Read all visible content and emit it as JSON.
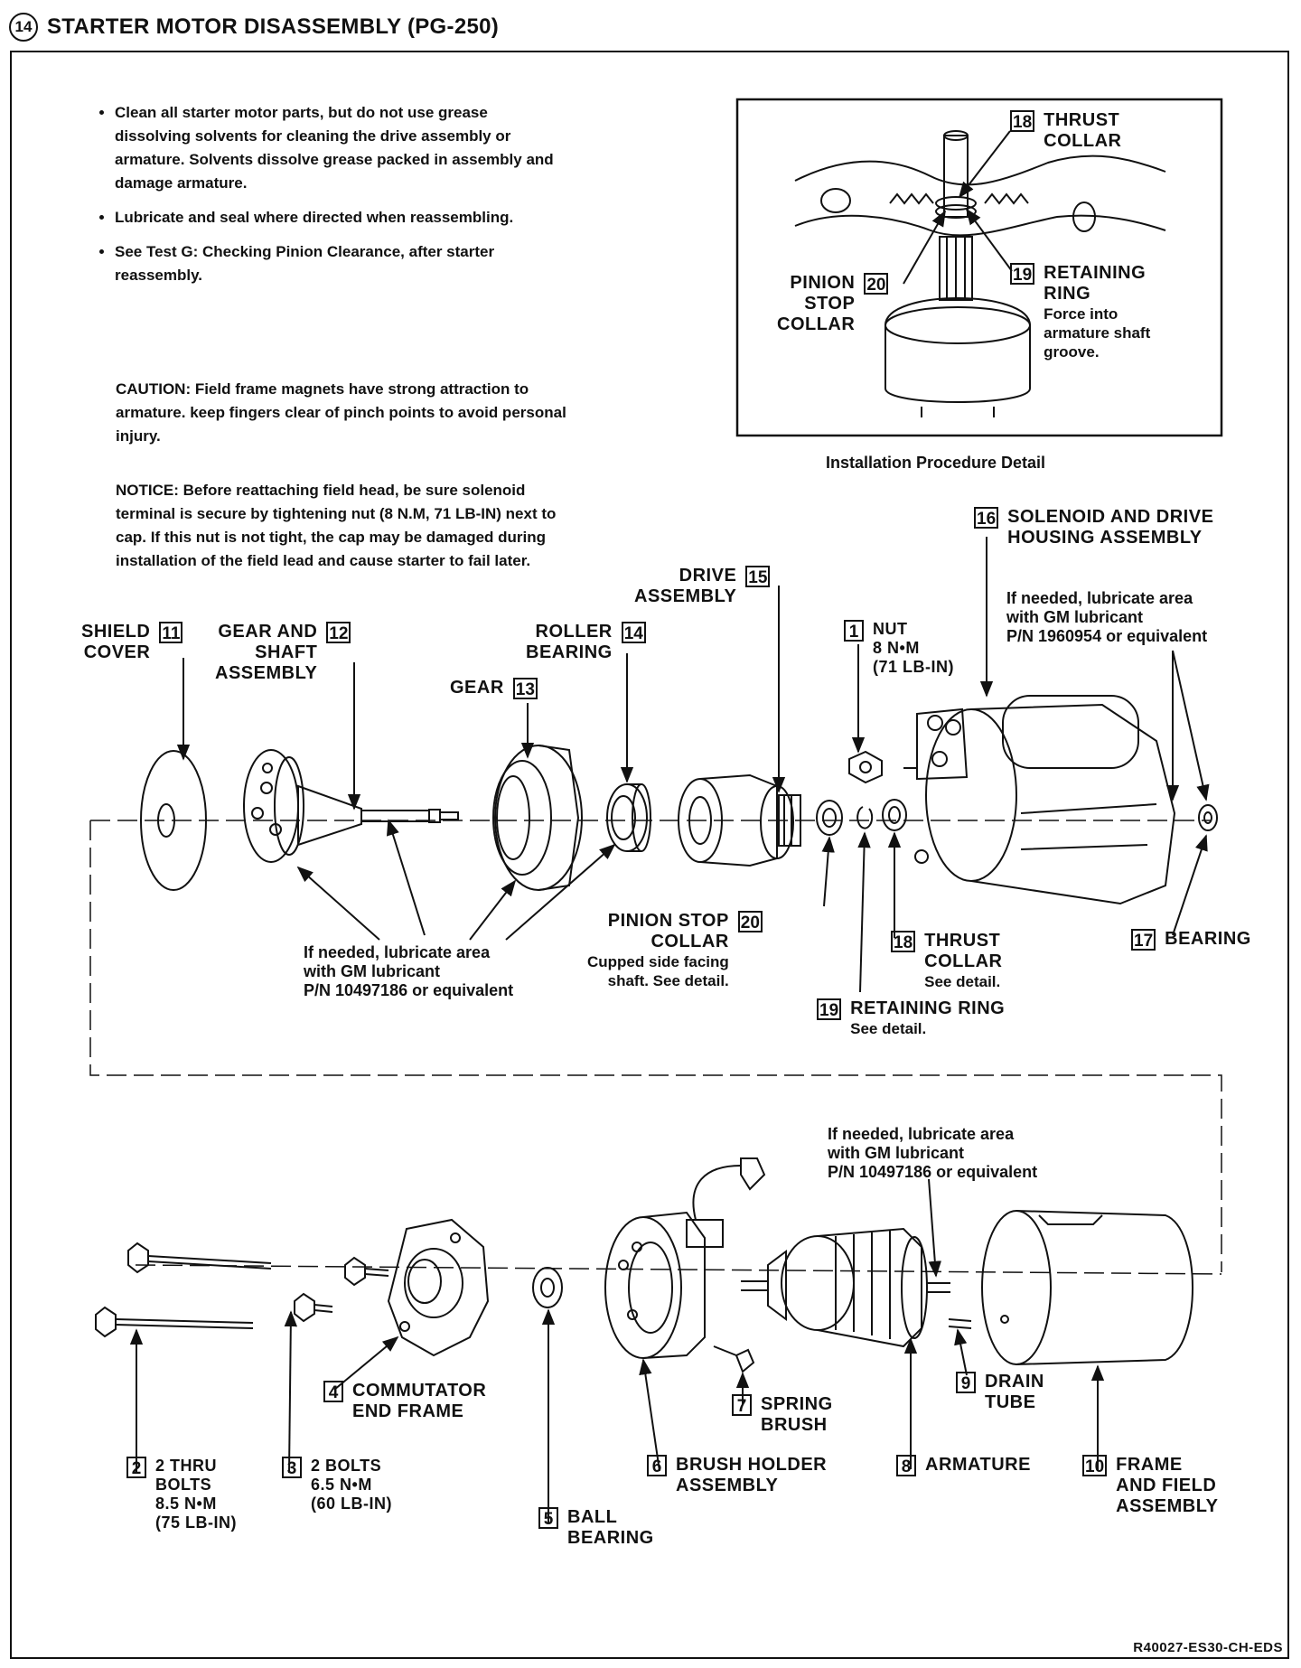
{
  "title": {
    "circle_number": "14",
    "text": "STARTER MOTOR DISASSEMBLY (PG-250)"
  },
  "bullets": [
    "Clean all starter motor parts, but do not use grease dissolving solvents for cleaning the drive assembly or armature. Solvents dissolve grease packed in assembly and damage armature.",
    "Lubricate and seal where directed when reassembling.",
    "See Test G: Checking Pinion Clearance, after starter reassembly."
  ],
  "caution": "CAUTION: Field frame magnets have strong attraction to armature. keep fingers clear of pinch points to avoid personal injury.",
  "notice": "NOTICE: Before reattaching field head, be sure solenoid terminal is secure by tightening nut (8 N.M, 71 LB-IN) next to cap. If this nut is not tight, the cap may be damaged during installation of the field lead and cause starter to fail later.",
  "detail": {
    "caption": "Installation Procedure Detail",
    "thrust_collar": {
      "num": "18",
      "line1": "THRUST",
      "line2": "COLLAR"
    },
    "pinion_stop_collar": {
      "num": "20",
      "line1": "PINION",
      "line2": "STOP",
      "line3": "COLLAR"
    },
    "retaining_ring": {
      "num": "19",
      "line1": "RETAINING",
      "line2": "RING",
      "note1": "Force into",
      "note2": "armature shaft",
      "note3": "groove."
    }
  },
  "parts": {
    "p1": {
      "num": "1",
      "line1": "NUT",
      "line2": "8 N•M",
      "line3": "(71 LB-IN)"
    },
    "p11": {
      "num": "11",
      "line1": "SHIELD",
      "line2": "COVER"
    },
    "p12": {
      "num": "12",
      "line1": "GEAR AND",
      "line2": "SHAFT",
      "line3": "ASSEMBLY"
    },
    "p13": {
      "num": "13",
      "line1": "GEAR"
    },
    "p14": {
      "num": "14",
      "line1": "ROLLER",
      "line2": "BEARING"
    },
    "p15": {
      "num": "15",
      "line1": "DRIVE",
      "line2": "ASSEMBLY"
    },
    "p16": {
      "num": "16",
      "line1": "SOLENOID AND  DRIVE",
      "line2": "HOUSING ASSEMBLY"
    },
    "p17": {
      "num": "17",
      "line1": "BEARING"
    },
    "p18": {
      "num": "18",
      "line1": "THRUST",
      "line2": "COLLAR",
      "note": "See detail."
    },
    "p19": {
      "num": "19",
      "line1": "RETAINING RING",
      "note": "See detail."
    },
    "p20": {
      "num": "20",
      "line1": "PINION STOP",
      "line2": "COLLAR",
      "note1": "Cupped side facing",
      "note2": "shaft. See detail."
    },
    "p2": {
      "num": "2",
      "line1": "2 THRU",
      "line2": "BOLTS",
      "line3": "8.5 N•M",
      "line4": "(75 LB-IN)"
    },
    "p3": {
      "num": "3",
      "line1": "2 BOLTS",
      "line2": "6.5 N•M",
      "line3": "(60 LB-IN)"
    },
    "p4": {
      "num": "4",
      "line1": "COMMUTATOR",
      "line2": "END FRAME"
    },
    "p5": {
      "num": "5",
      "line1": "BALL",
      "line2": "BEARING"
    },
    "p6": {
      "num": "6",
      "line1": "BRUSH HOLDER",
      "line2": "ASSEMBLY"
    },
    "p7": {
      "num": "7",
      "line1": "SPRING",
      "line2": "BRUSH"
    },
    "p8": {
      "num": "8",
      "line1": "ARMATURE"
    },
    "p9": {
      "num": "9",
      "line1": "DRAIN",
      "line2": "TUBE"
    },
    "p10": {
      "num": "10",
      "line1": "FRAME",
      "line2": "AND FIELD",
      "line3": "ASSEMBLY"
    }
  },
  "lube_upper_right": {
    "line1": "If needed, lubricate area",
    "line2": "with GM lubricant",
    "line3": "P/N 1960954 or equivalent"
  },
  "lube_mid": {
    "line1": "If needed, lubricate area",
    "line2": "with GM lubricant",
    "line3": "P/N 10497186 or equivalent"
  },
  "lube_lower": {
    "line1": "If needed, lubricate area",
    "line2": "with GM lubricant",
    "line3": "P/N 10497186 or equivalent"
  },
  "footer": "R40027-ES30-CH-EDS"
}
